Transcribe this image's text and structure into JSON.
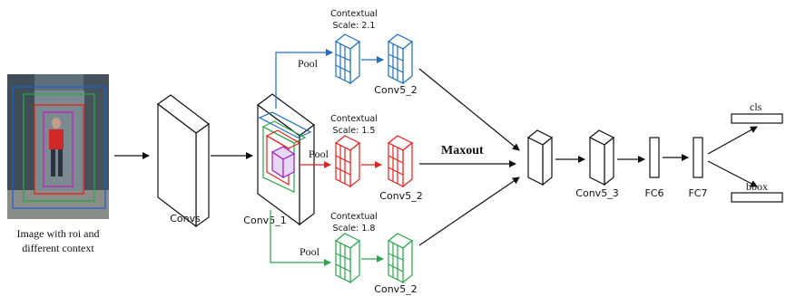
{
  "colors": {
    "blue": "#1f6fc0",
    "red": "#e8201c",
    "green": "#2aa54a",
    "black": "#111111",
    "purple": "#a020c0",
    "photo_bg": "#5a6e78"
  },
  "input": {
    "caption_line1": "Image with roi and",
    "caption_line2": "different context"
  },
  "labels": {
    "convs": "Convs",
    "conv5_1": "Conv5_1",
    "maxout": "Maxout",
    "conv5_3": "Conv5_3",
    "fc6": "FC6",
    "fc7": "FC7",
    "cls": "cls",
    "bbox": "bbox"
  },
  "branches": [
    {
      "ctx_line1": "Contextual",
      "ctx_line2": "Scale: 2.1",
      "pool": "Pool",
      "conv": "Conv5_2"
    },
    {
      "ctx_line1": "Contextual",
      "ctx_line2": "Scale: 1.5",
      "pool": "Pool",
      "conv": "Conv5_2"
    },
    {
      "ctx_line1": "Contextual",
      "ctx_line2": "Scale: 1.8",
      "pool": "Pool",
      "conv": "Conv5_2"
    }
  ]
}
